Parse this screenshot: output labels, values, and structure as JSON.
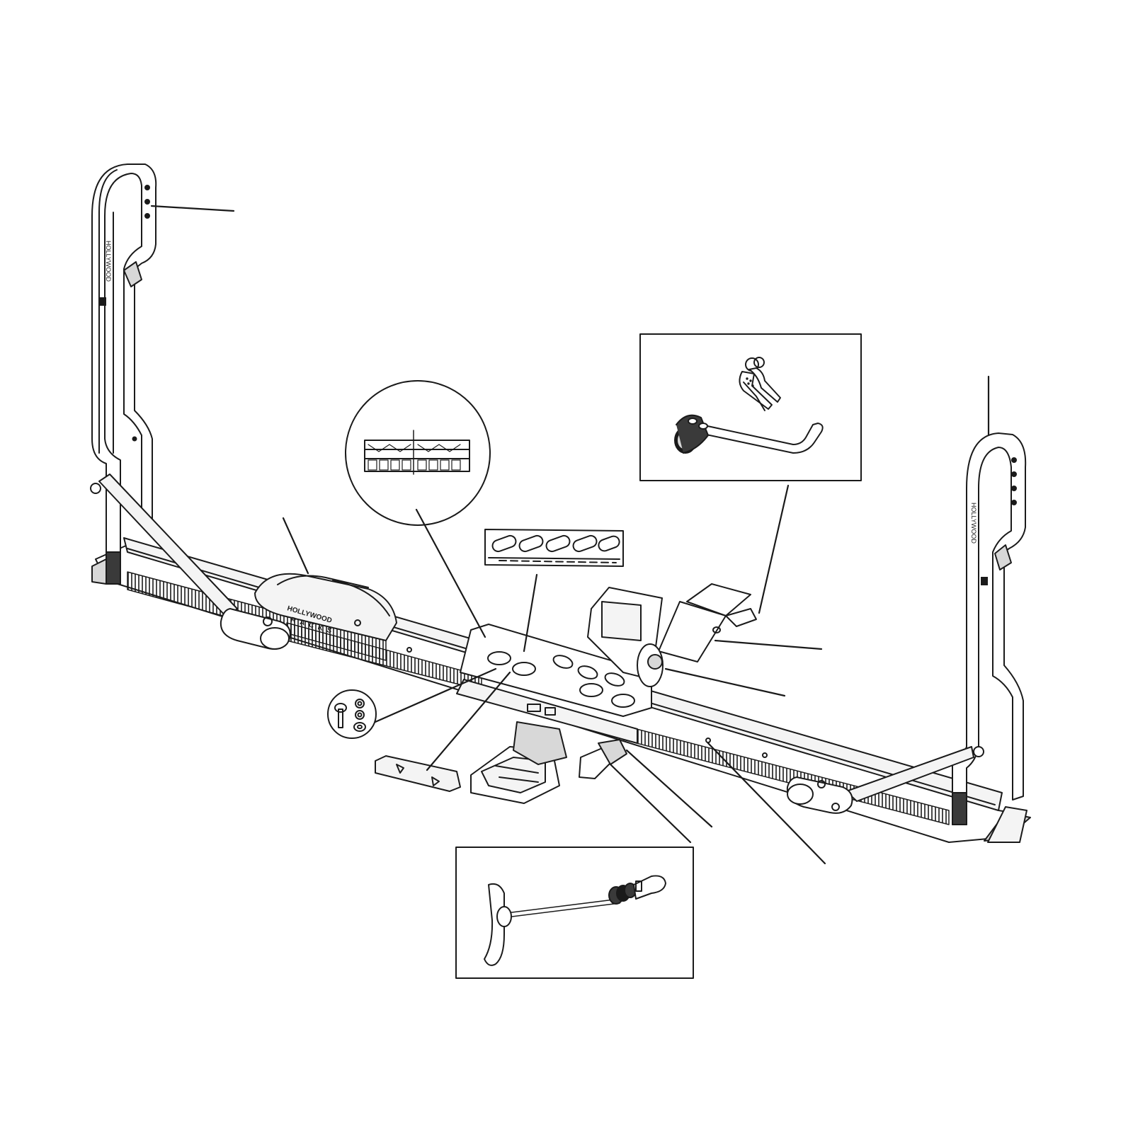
{
  "diagram": {
    "brand_line_1": "HOLLYWOOD",
    "brand_line_2": "RACKS",
    "left_arm_text": "HOLLYWOOD",
    "right_arm_text": "HOLLYWOOD"
  },
  "colors": {
    "ink": "#1a1a1a",
    "paper": "#ffffff",
    "light_fill": "#f4f4f4",
    "mid_fill": "#d8d8d8",
    "dark_fill": "#3a3a3a"
  },
  "callouts": [
    "left-upright-arm",
    "wheel-holder-tray",
    "bracket-detail-circle",
    "adjustment-plate",
    "lock-and-keys-detail",
    "right-upright-arm",
    "hitch-receiver",
    "pivot-knob",
    "bolt-hardware-detail",
    "hitch-insert",
    "anti-wobble-pin-detail",
    "rail-clip",
    "main-rail"
  ]
}
